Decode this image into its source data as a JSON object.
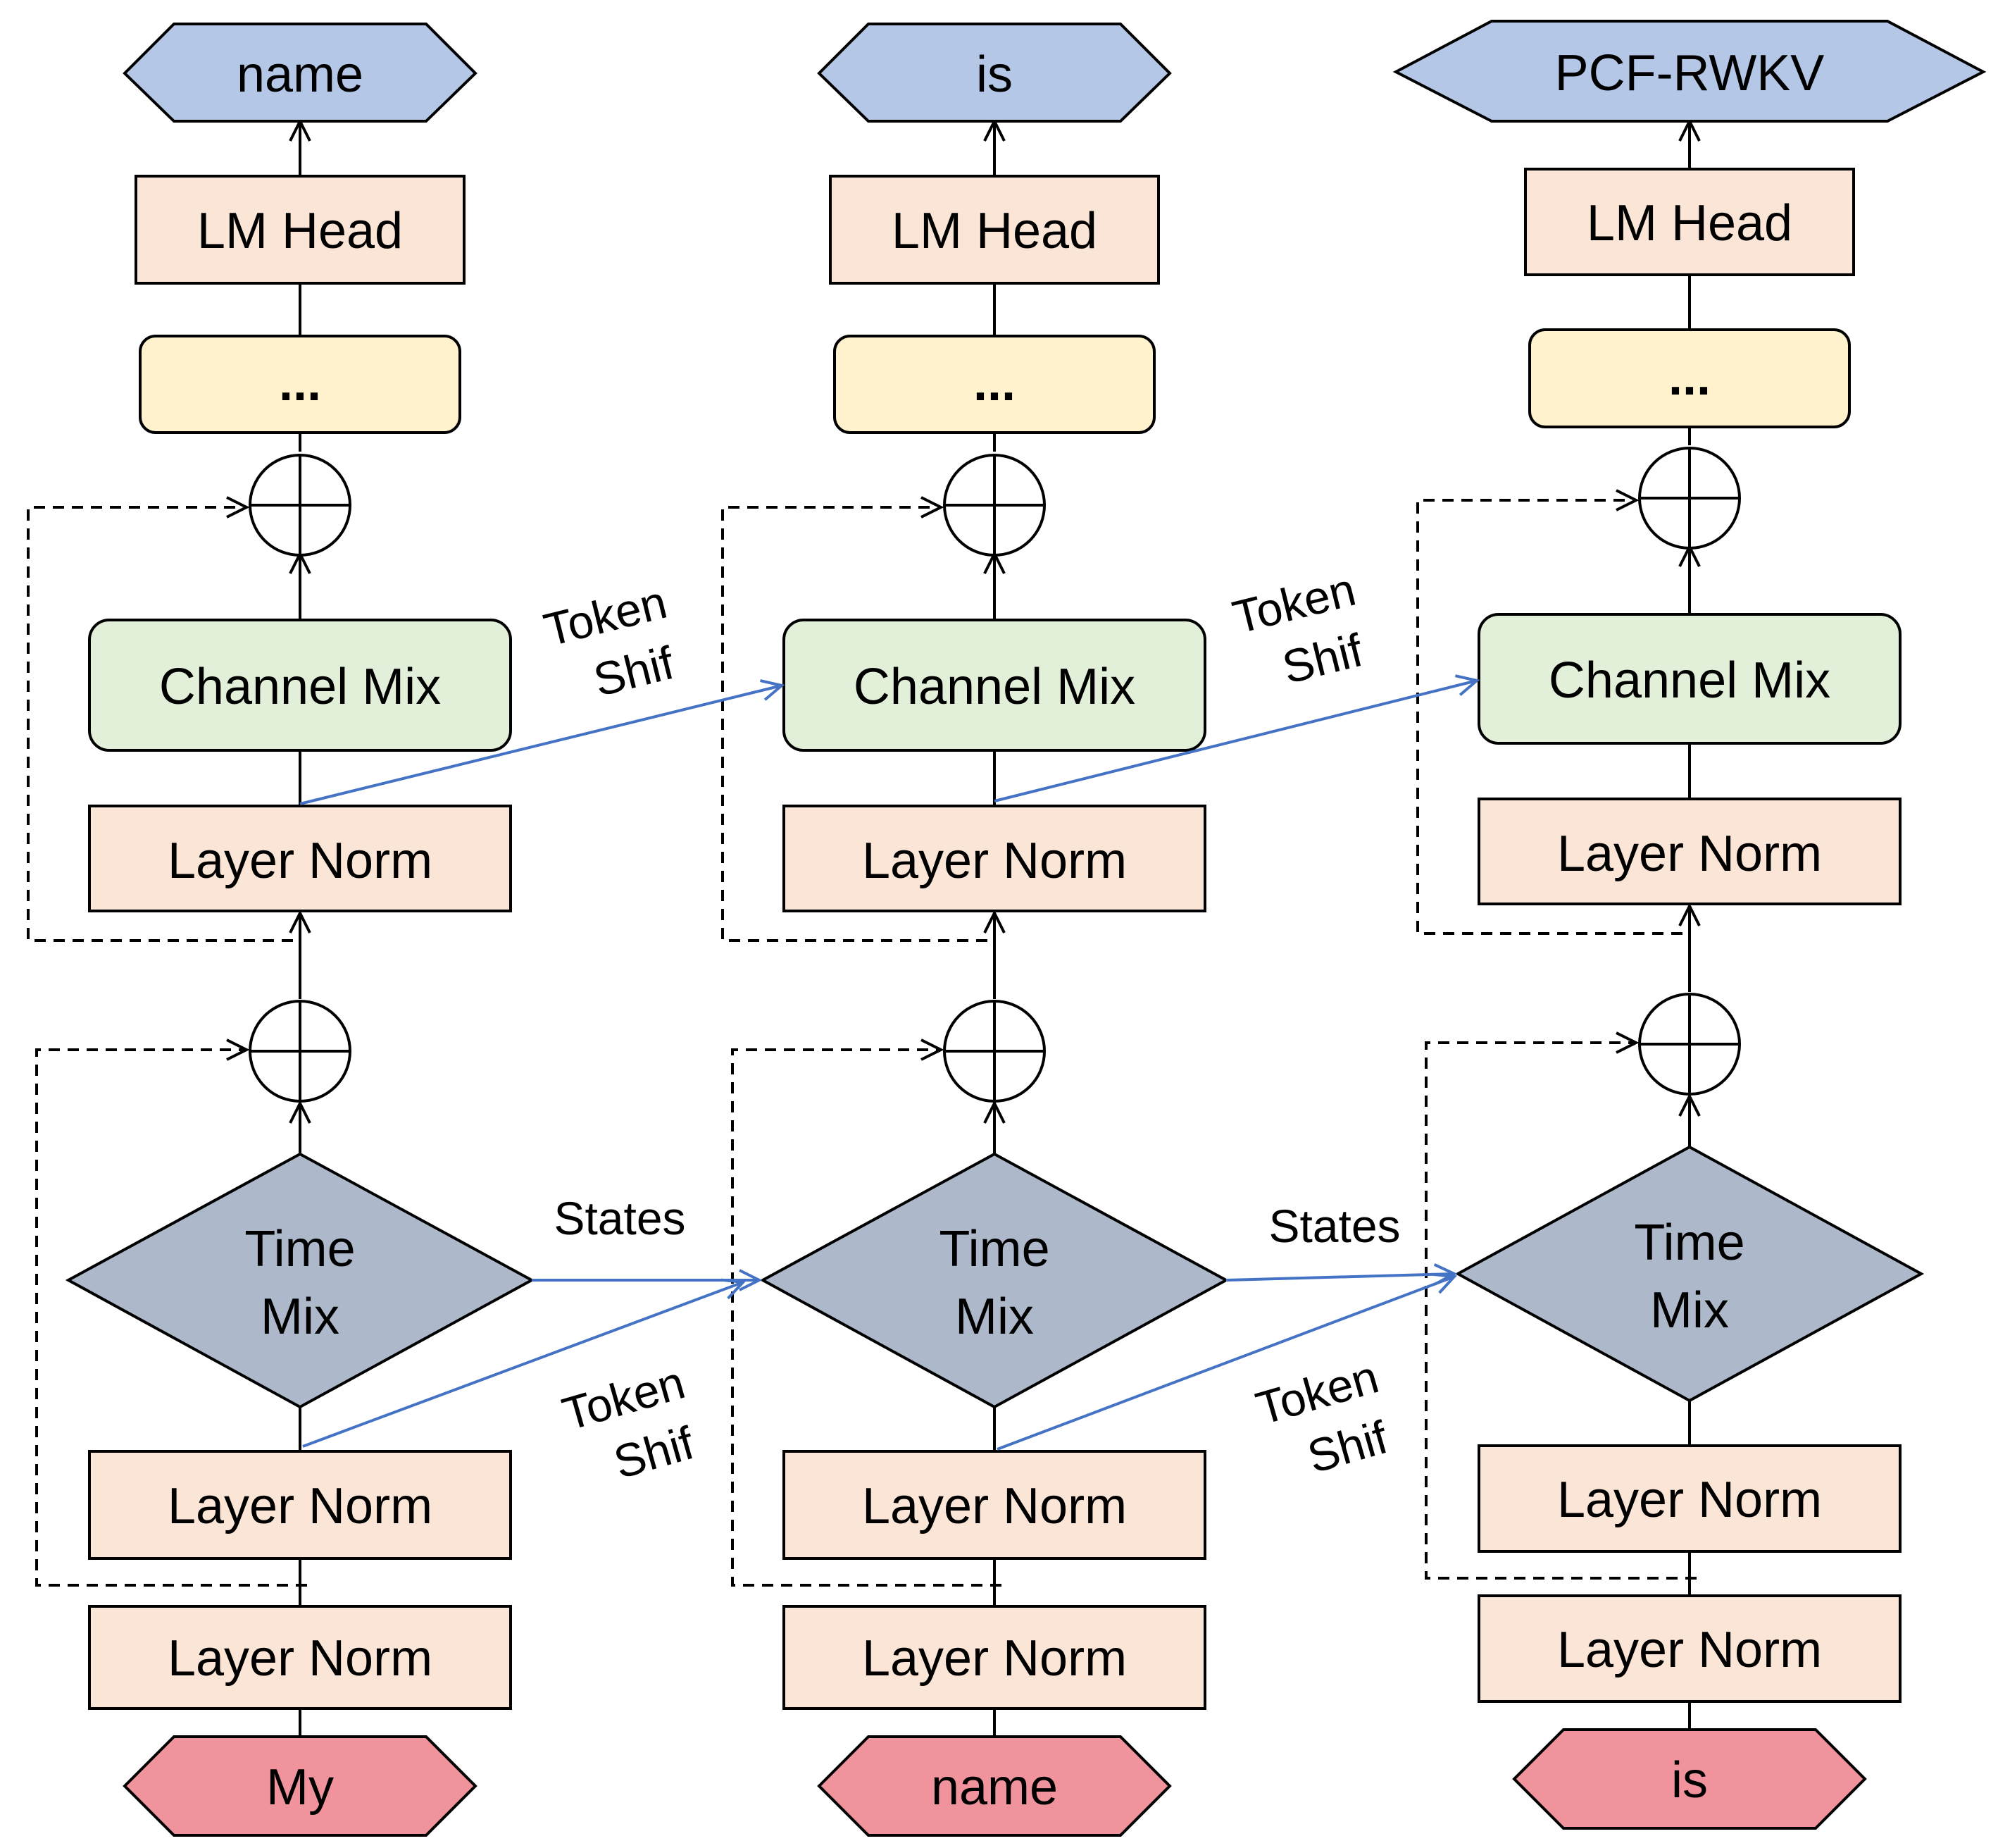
{
  "colors": {
    "output_token": "#b4c7e7",
    "input_token": "#f0939c",
    "layer_norm": "#fbe5d6",
    "lm_head": "#fbe5d6",
    "ellipsis_box": "#fff2cc",
    "channel_mix": "#e2f0d9",
    "time_mix": "#adb9ca",
    "arrow_blue": "#4472c4"
  },
  "labels": {
    "lm_head": "LM Head",
    "ellipsis": "...",
    "channel_mix": "Channel Mix",
    "layer_norm": "Layer Norm",
    "time_mix_line1": "Time",
    "time_mix_line2": "Mix",
    "states": "States",
    "token_shift_line1": "Token",
    "token_shift_line2": "Shif"
  },
  "columns": [
    {
      "input_token": "My",
      "output_token": "name"
    },
    {
      "input_token": "name",
      "output_token": "is"
    },
    {
      "input_token": "is",
      "output_token": "PCF-RWKV"
    }
  ]
}
